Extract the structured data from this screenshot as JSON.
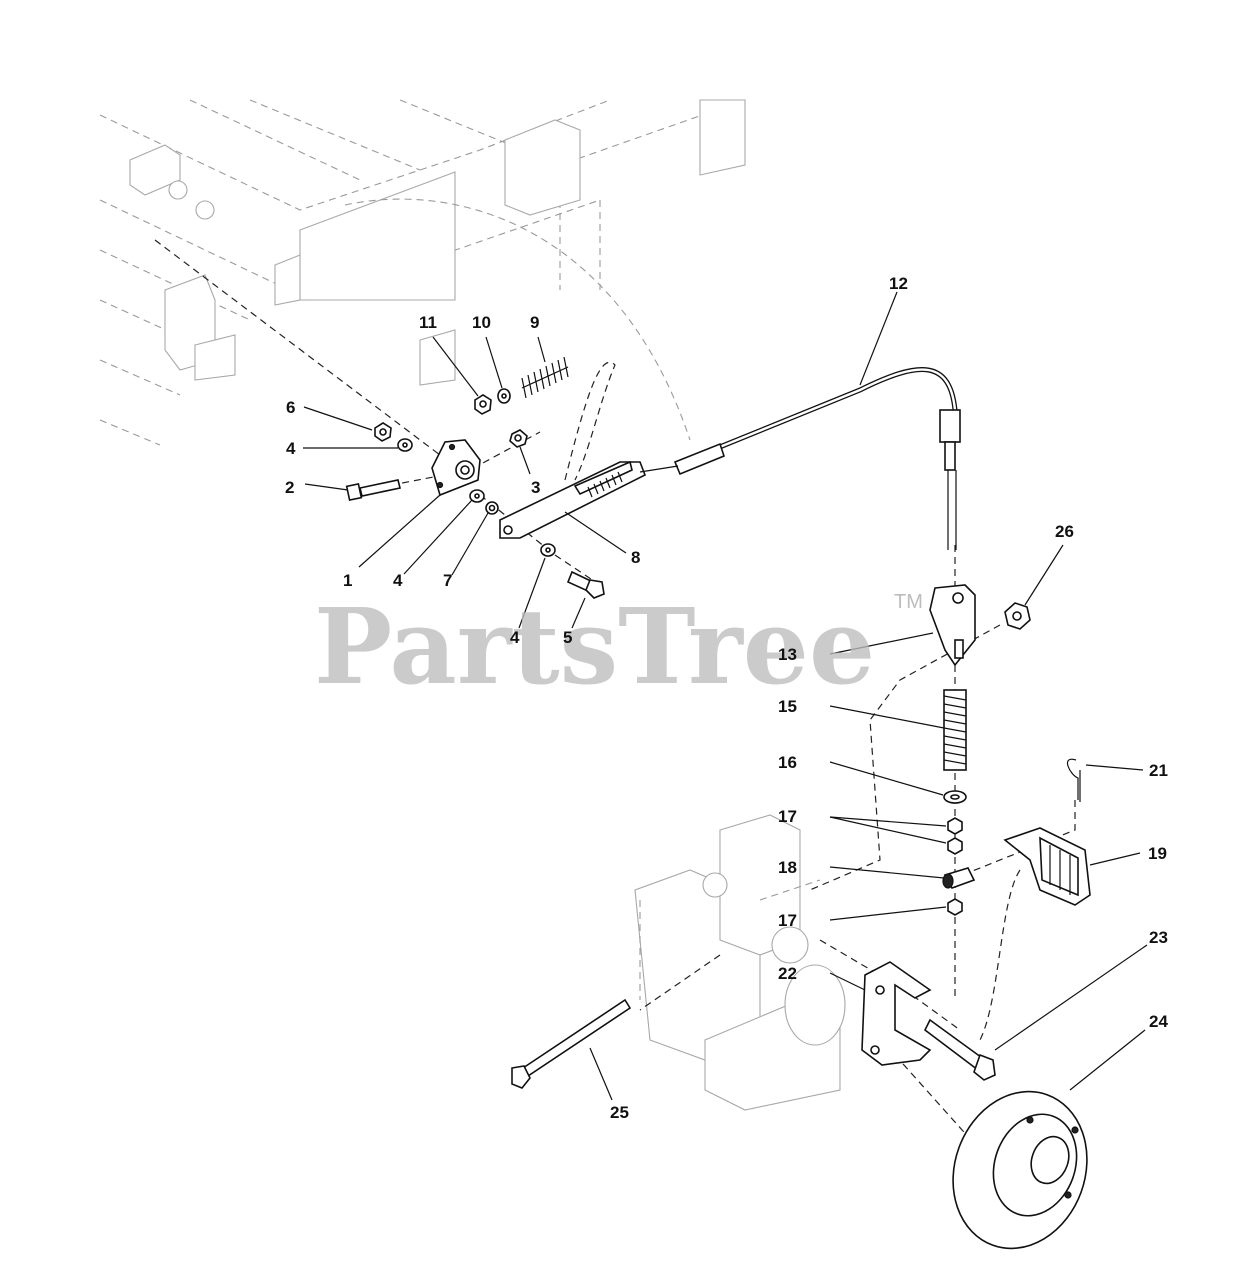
{
  "watermark": {
    "text": "PartsTree",
    "trademark": "TM"
  },
  "callouts": [
    "1",
    "2",
    "3",
    "4",
    "4",
    "4",
    "5",
    "6",
    "7",
    "8",
    "9",
    "10",
    "11",
    "12",
    "13",
    "15",
    "16",
    "17",
    "17",
    "18",
    "19",
    "21",
    "22",
    "23",
    "24",
    "25",
    "26"
  ]
}
